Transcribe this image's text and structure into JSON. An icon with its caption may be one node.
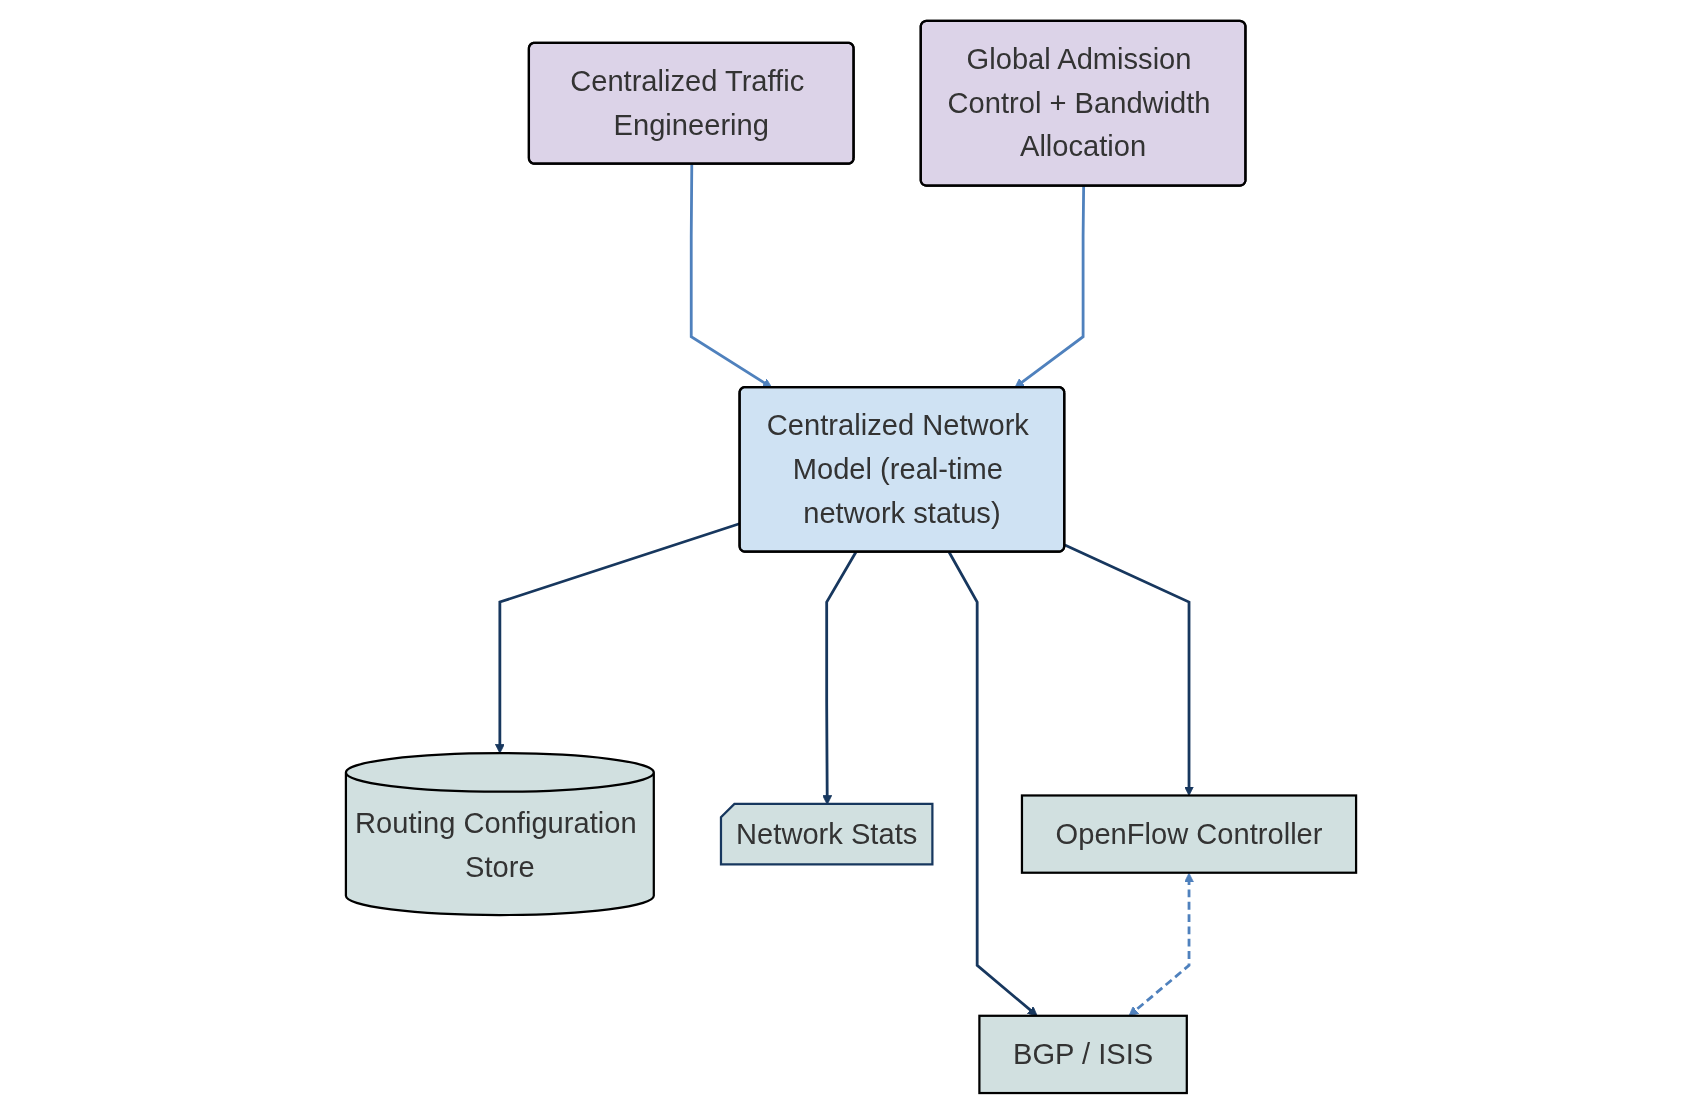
{
  "diagram": {
    "nodes": [
      {
        "text": [
          "Centralized Traffic Engineering"
        ]
      },
      {
        "text": [
          "Global Admission Control + Bandwidth Allocation"
        ]
      },
      {
        "text": [
          "Centralized Network Model (real-time network status)"
        ]
      },
      {
        "text": [
          "Routing Configuration Store"
        ]
      },
      {
        "text": [
          "Network Stats"
        ]
      },
      {
        "text": [
          "OpenFlow Controller"
        ]
      },
      {
        "text": [
          "BGP / ISIS"
        ]
      }
    ],
    "edges": [
      {
        "from": 0,
        "to": 2,
        "arrow": "to",
        "color": "#4f81bd"
      },
      {
        "from": 1,
        "to": 2,
        "arrow": "to",
        "color": "#4f81bd"
      },
      {
        "from": 2,
        "to": 3,
        "arrow": "to"
      },
      {
        "from": 2,
        "to": 4,
        "arrow": "to"
      },
      {
        "from": 2,
        "to": 5,
        "arrow": "to"
      },
      {
        "from": 2,
        "to": 6,
        "arrow": "to"
      },
      {
        "from": 5,
        "to": 6,
        "arrow": "both",
        "style": "dashed",
        "color": "#4f81bd"
      }
    ]
  }
}
